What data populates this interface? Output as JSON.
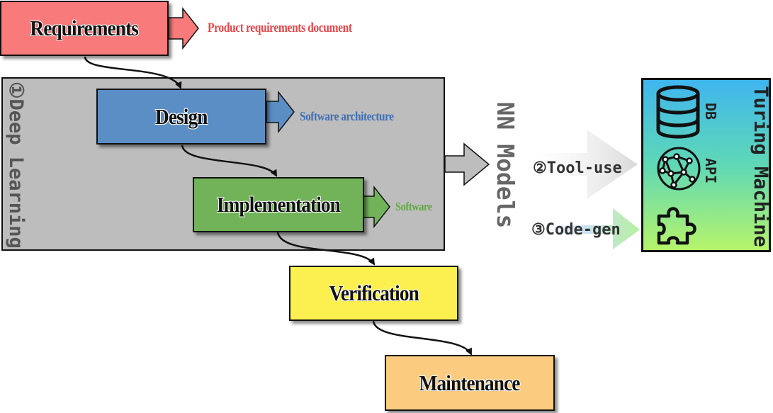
{
  "stages": {
    "requirements": "Requirements",
    "design": "Design",
    "implementation": "Implementation",
    "verification": "Verification",
    "maintenance": "Maintenance"
  },
  "outputs": {
    "requirements": "Product requirements document",
    "design": "Software architecture",
    "implementation": "Software"
  },
  "deep_learning_label": "①Deep Learning",
  "nn_models_label": "NN Models",
  "tool_use_label": "②Tool-use",
  "code_gen_label": "③Code-gen",
  "turing_machine": {
    "title": "Turing Machine",
    "items": [
      "DB",
      "API"
    ]
  },
  "colors": {
    "requirements": "#f87a7a",
    "design": "#5b8ec4",
    "implementation": "#72b35a",
    "verification": "#fbf050",
    "maintenance": "#fbcc80",
    "deep_learning_panel": "#bdbdbd",
    "requirements_text": "#e8474a",
    "design_text": "#3f6fb5",
    "implementation_text": "#5fa844"
  },
  "icons": [
    "database-icon",
    "network-globe-icon",
    "puzzle-piece-icon"
  ]
}
